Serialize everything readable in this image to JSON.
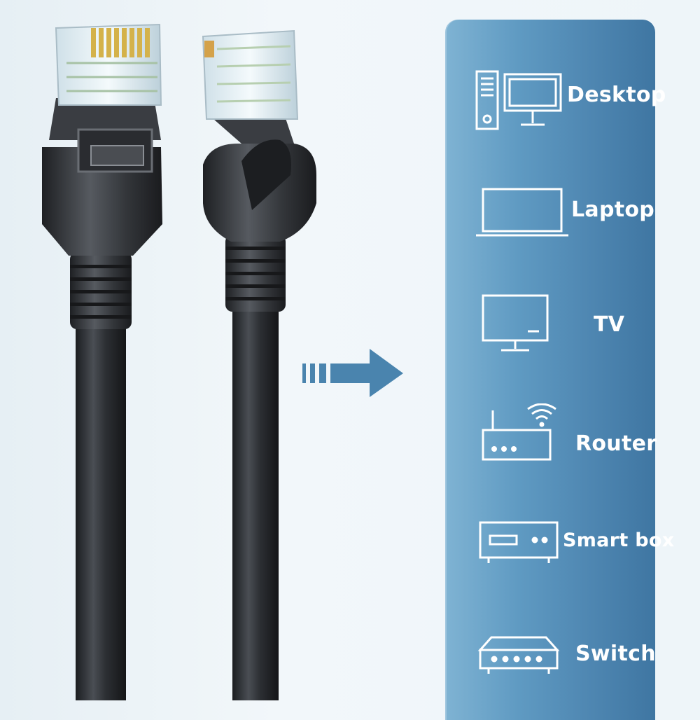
{
  "devices": [
    {
      "label": "Desktop",
      "icon": "desktop-icon"
    },
    {
      "label": "Laptop",
      "icon": "laptop-icon"
    },
    {
      "label": "TV",
      "icon": "tv-icon"
    },
    {
      "label": "Router",
      "icon": "router-icon"
    },
    {
      "label": "Smart box",
      "icon": "smart-box-icon"
    },
    {
      "label": "Switch",
      "icon": "switch-icon"
    }
  ],
  "colors": {
    "panel": "#5b95bf",
    "arrow": "#4a84ae",
    "cable": "#2a2d31",
    "gold_pins": "#d4b24a"
  }
}
